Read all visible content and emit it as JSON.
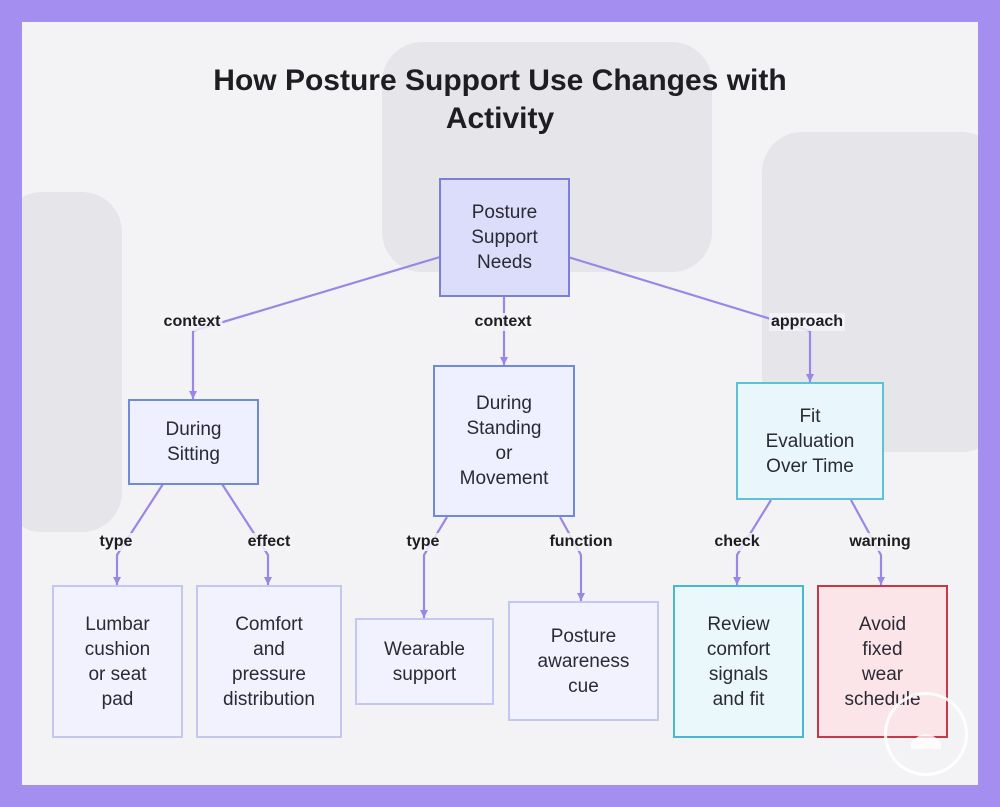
{
  "title": {
    "line1": "How Posture Support Use Changes with",
    "line2": "Activity"
  },
  "nodes": {
    "root": {
      "lines": [
        "Posture",
        "Support",
        "Needs"
      ]
    },
    "sitting": {
      "lines": [
        "During",
        "Sitting"
      ]
    },
    "standing": {
      "lines": [
        "During",
        "Standing",
        "or",
        "Movement"
      ]
    },
    "fit": {
      "lines": [
        "Fit",
        "Evaluation",
        "Over Time"
      ]
    },
    "lumbar": {
      "lines": [
        "Lumbar",
        "cushion",
        "or seat",
        "pad"
      ]
    },
    "comfort": {
      "lines": [
        "Comfort",
        "and",
        "pressure",
        "distribution"
      ]
    },
    "wearable": {
      "lines": [
        "Wearable",
        "support"
      ]
    },
    "awareness": {
      "lines": [
        "Posture",
        "awareness",
        "cue"
      ]
    },
    "review": {
      "lines": [
        "Review",
        "comfort",
        "signals",
        "and fit"
      ]
    },
    "avoid": {
      "lines": [
        "Avoid",
        "fixed",
        "wear",
        "schedule"
      ]
    }
  },
  "edges": {
    "root_sitting": "context",
    "root_standing": "context",
    "root_fit": "approach",
    "sitting_lumbar": "type",
    "sitting_comfort": "effect",
    "standing_wearable": "type",
    "standing_awareness": "function",
    "fit_review": "check",
    "fit_avoid": "warning"
  },
  "colors": {
    "frame": "#a48ef0",
    "edge": "#9b86e6",
    "root_border": "#7b7fd8",
    "mid_border": "#6f8ad6",
    "fit_border": "#5bc2d8",
    "warning_border": "#c63a48"
  },
  "icons": {
    "corner_logo": "seal-logo-icon"
  }
}
